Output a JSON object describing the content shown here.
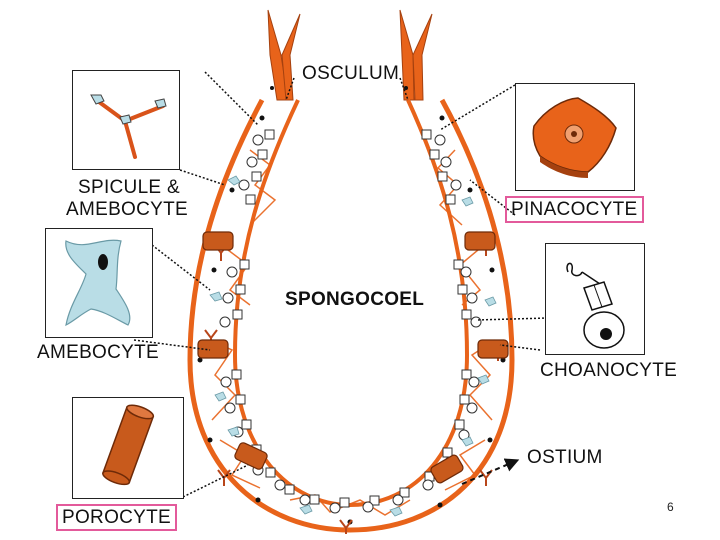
{
  "labels": {
    "osculum": "OSCULUM",
    "spicule_amebocyte_line1": "SPICULE &",
    "spicule_amebocyte_line2": "AMEBOCYTE",
    "pinacocyte": "PINACOCYTE",
    "spongocoel": "SPONGOCOEL",
    "amebocyte": "AMEBOCYTE",
    "choanocyte": "CHOANOCYTE",
    "ostium": "OSTIUM",
    "porocyte": "POROCYTE"
  },
  "page_number": "6",
  "colors": {
    "body_orange": "#e8631a",
    "wall_orange": "#d9531a",
    "pore_brown": "#9a3f12",
    "amebocyte_blue": "#b9dde6",
    "highlight_box": "#e35a9b",
    "text": "#111111"
  }
}
